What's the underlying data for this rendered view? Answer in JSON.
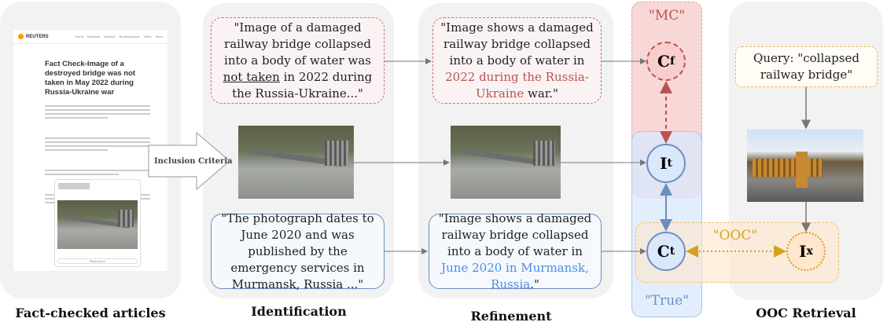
{
  "panels": {
    "articles": "Fact-checked articles",
    "identification": "Identification",
    "refinement": "Refinement",
    "retrieval": "OOC Retrieval"
  },
  "article": {
    "brand": "REUTERS",
    "nav": [
      "World",
      "Business",
      "Markets",
      "Breakingviews",
      "Video",
      "More"
    ],
    "headline": "Fact Check-Image of a destroyed bridge was not taken in May 2022 during Russia-Ukraine war",
    "tweet_button": "Read more"
  },
  "inclusion": "Inclusion Criteria",
  "identification": {
    "caption_false_pre": "\"Image of a damaged railway bridge collapsed into a body of water was ",
    "caption_false_u": "not taken",
    "caption_false_post": " in 2022 during the Russia-Ukraine...\"",
    "caption_true": "\"The photograph dates to June 2020 and was published by the emergency services in Murmansk, Russia ...\""
  },
  "refinement": {
    "false_pre": "\"Image shows a damaged railway bridge collapsed into a body of water in ",
    "false_hl": "2022 during the Russia-Ukraine",
    "false_post": " war.\"",
    "true_pre": "\"Image shows a damaged railway bridge collapsed into a body of water in ",
    "true_hl": "June 2020 in Murmansk, Russia",
    "true_post": ".\""
  },
  "labels": {
    "mc": "\"MC\"",
    "true": "\"True\"",
    "ooc": "\"OOC\""
  },
  "nodes": {
    "cf": "C",
    "cf_sub": "f",
    "it": "I",
    "it_sub": "t",
    "ct": "C",
    "ct_sub": "t",
    "ix": "I",
    "ix_sub": "x"
  },
  "query": "Query: \"collapsed railway bridge\"",
  "colors": {
    "red": "#b85450",
    "blue": "#6c8ebf",
    "orange": "#d6a21e"
  }
}
